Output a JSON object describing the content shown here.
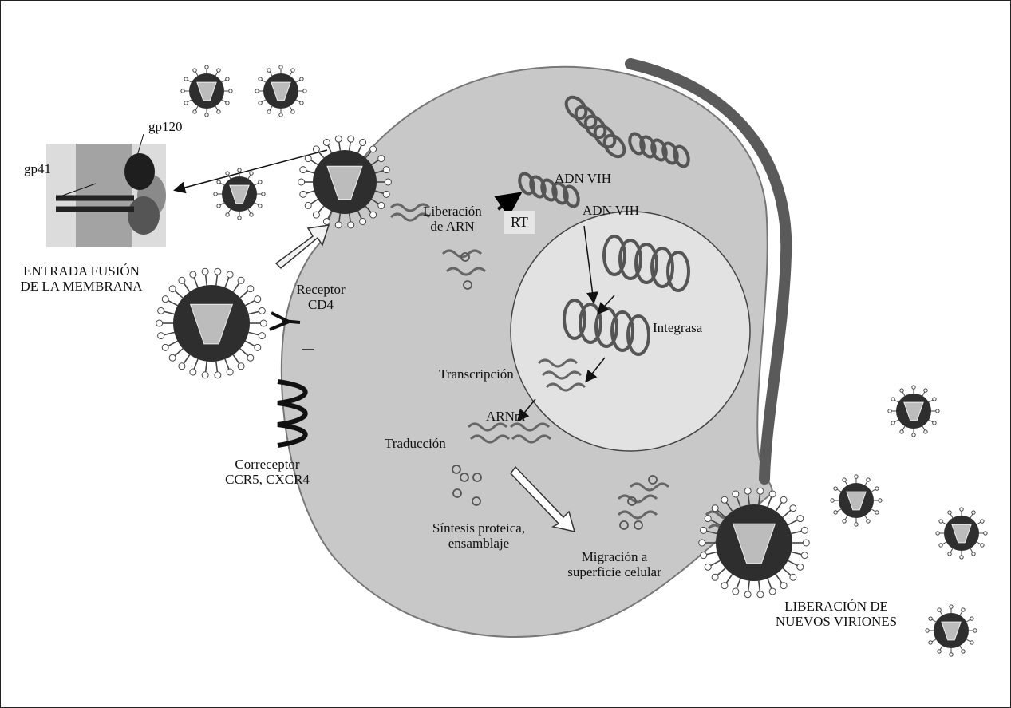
{
  "labels": {
    "gp120": "gp120",
    "gp41": "gp41",
    "entrada_line1": "ENTRADA FUSIÓN",
    "entrada_line2": "DE LA MEMBRANA",
    "receptor_line1": "Receptor",
    "receptor_line2": "CD4",
    "correceptor_line1": "Correceptor",
    "correceptor_line2": "CCR5, CXCR4",
    "adn_vih_1": "ADN  VIH",
    "adn_vih_2": "ADN  VIH",
    "liberacion_arn_line1": "Liberación",
    "liberacion_arn_line2": "de ARN",
    "rt": "RT",
    "integrasa": "Integrasa",
    "transcripcion": "Transcripción",
    "arnm": "ARNm",
    "traduccion": "Traducción",
    "sintesis_line1": "Síntesis proteica,",
    "sintesis_line2": "ensamblaje",
    "migracion_line1": "Migración a",
    "migracion_line2": "superficie celular",
    "liberacion_nuevos_line1": "LIBERACIÓN DE",
    "liberacion_nuevos_line2": "NUEVOS VIRIONES"
  },
  "colors": {
    "cell_fill": "#c8c8c8",
    "cell_membrane": "#5a5a5a",
    "nucleus_fill": "#e2e2e2",
    "virion_dark": "#2e2e2e",
    "capsid_fill": "#bcbcbc"
  }
}
